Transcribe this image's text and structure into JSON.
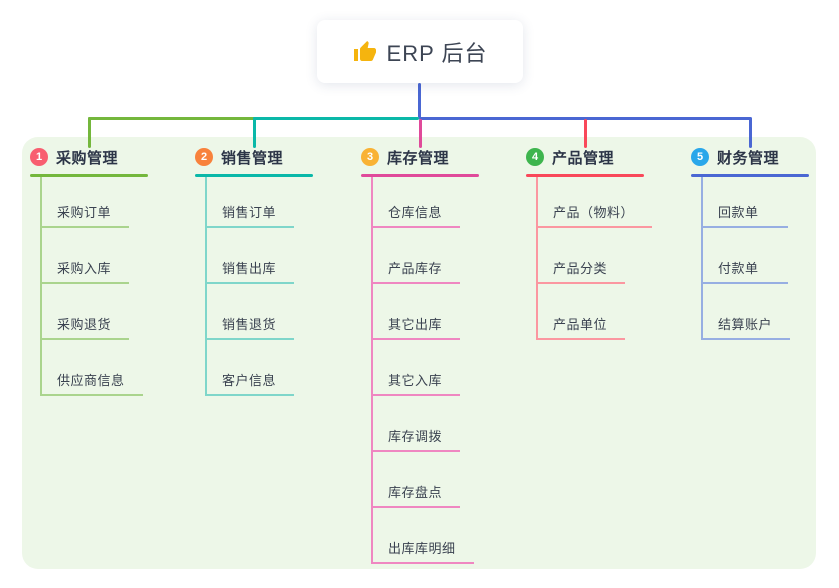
{
  "root": {
    "title": "ERP 后台",
    "icon": "thumbs-up-icon",
    "icon_color": "#f5b40e",
    "stem_color": "#4a67d3",
    "card_bg": "#ffffff",
    "text_color": "#3d4554"
  },
  "panel": {
    "bg_color": "#edf7e8"
  },
  "branches": [
    {
      "number": "1",
      "title": "采购管理",
      "badge_color": "#f85e70",
      "line_color": "#74b73c",
      "child_line_color": "#aad48d",
      "children": [
        "采购订单",
        "采购入库",
        "采购退货",
        "供应商信息"
      ]
    },
    {
      "number": "2",
      "title": "销售管理",
      "badge_color": "#f8823c",
      "line_color": "#0ab8a8",
      "child_line_color": "#7fd6ca",
      "children": [
        "销售订单",
        "销售出库",
        "销售退货",
        "客户信息"
      ]
    },
    {
      "number": "3",
      "title": "库存管理",
      "badge_color": "#f9b234",
      "line_color": "#e04a9a",
      "child_line_color": "#ef87c1",
      "children": [
        "仓库信息",
        "产品库存",
        "其它出库",
        "其它入库",
        "库存调拨",
        "库存盘点",
        "出库库明细"
      ]
    },
    {
      "number": "4",
      "title": "产品管理",
      "badge_color": "#3eb54e",
      "line_color": "#f9485a",
      "child_line_color": "#fb97a0",
      "children": [
        "产品（物料）",
        "产品分类",
        "产品单位"
      ]
    },
    {
      "number": "5",
      "title": "财务管理",
      "badge_color": "#2aa7ea",
      "line_color": "#4a67d3",
      "child_line_color": "#97aee2",
      "children": [
        "回款单",
        "付款单",
        "结算账户"
      ]
    }
  ]
}
